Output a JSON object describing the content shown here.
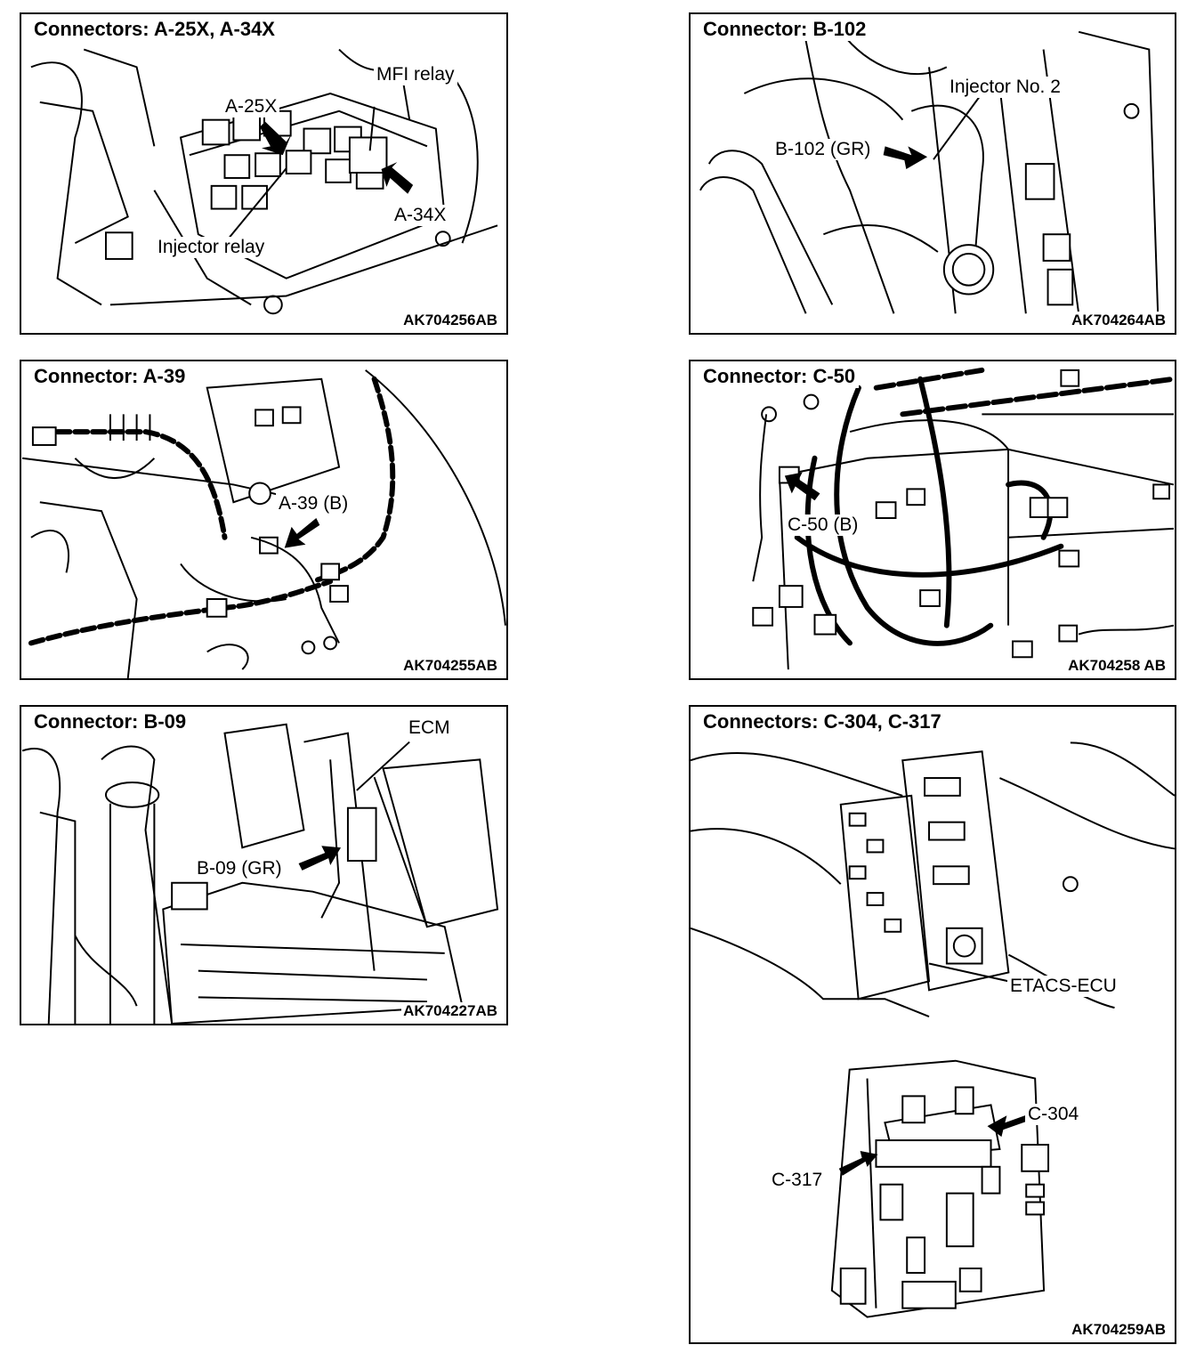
{
  "panels": [
    {
      "title": "Connectors: A-25X, A-34X",
      "code": "AK704256AB",
      "labels": {
        "mfi_relay": "MFI relay",
        "a25x": "A-25X",
        "a34x": "A-34X",
        "injector_relay": "Injector relay"
      }
    },
    {
      "title": "Connector: B-102",
      "code": "AK704264AB",
      "labels": {
        "injector_no2": "Injector No. 2",
        "b102": "B-102 (GR)"
      }
    },
    {
      "title": "Connector: A-39",
      "code": "AK704255AB",
      "labels": {
        "a39": "A-39 (B)"
      }
    },
    {
      "title": "Connector: C-50",
      "code": "AK704258 AB",
      "labels": {
        "c50": "C-50 (B)"
      }
    },
    {
      "title": "Connector: B-09",
      "code": "AK704227AB",
      "labels": {
        "ecm": "ECM",
        "b09": "B-09 (GR)"
      }
    },
    {
      "title": "Connectors: C-304, C-317",
      "code": "AK704259AB",
      "labels": {
        "etacs": "ETACS-ECU",
        "c304": "C-304",
        "c317": "C-317"
      }
    }
  ]
}
